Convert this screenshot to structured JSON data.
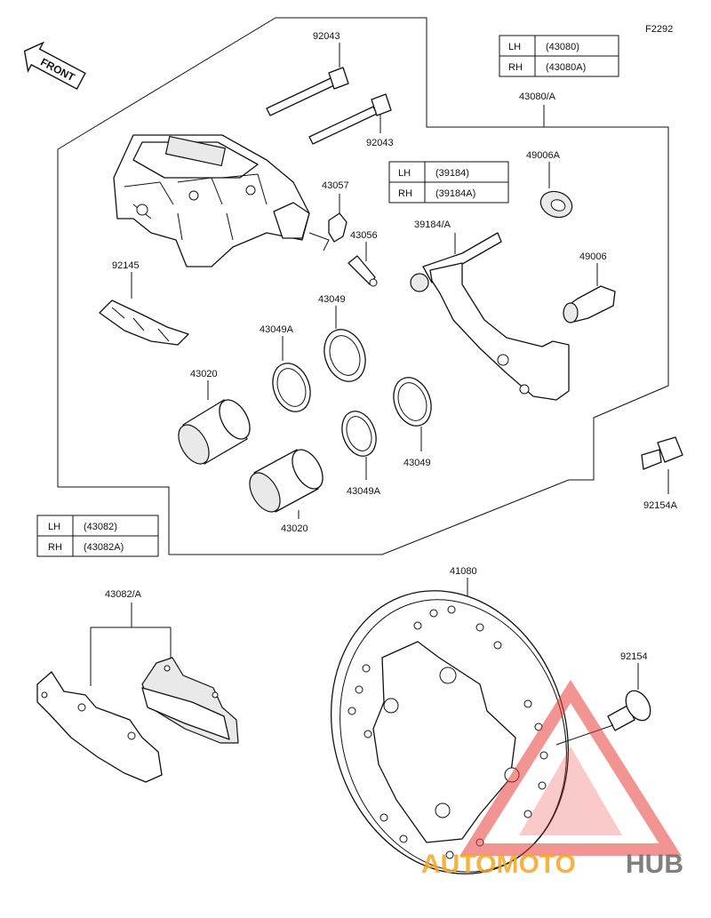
{
  "diagram_code": "F2292",
  "direction_label": "FRONT",
  "tables": {
    "caliper": {
      "rows": [
        {
          "side": "LH",
          "code": "(43080)"
        },
        {
          "side": "RH",
          "code": "(43080A)"
        }
      ]
    },
    "bracket": {
      "rows": [
        {
          "side": "LH",
          "code": "(39184)"
        },
        {
          "side": "RH",
          "code": "(39184A)"
        }
      ]
    },
    "pads": {
      "rows": [
        {
          "side": "LH",
          "code": "(43082)"
        },
        {
          "side": "RH",
          "code": "(43082A)"
        }
      ]
    }
  },
  "labels": {
    "pin_top": "92043",
    "pin_lower": "92043",
    "caliper_assy": "43080/A",
    "bleeder_cap": "43057",
    "bleeder_valve": "43056",
    "seal_a": "49006A",
    "bracket_pin": "39184/A",
    "boot": "49006",
    "pad_spring": "92145",
    "piston_seal_upper": "43049",
    "dust_seal_upper": "43049A",
    "piston_upper": "43020",
    "piston_seal_lower": "43049",
    "dust_seal_lower": "43049A",
    "piston_lower": "43020",
    "bolt_bracket": "92154A",
    "pad_set": "43082/A",
    "disc": "41080",
    "bolt_disc": "92154"
  },
  "watermark": {
    "text_a": "AUTOMOTO",
    "text_b": "HUB",
    "color_a": "#f5a623",
    "color_b": "#6b6b6b",
    "triangle_color": "#e8403a"
  }
}
